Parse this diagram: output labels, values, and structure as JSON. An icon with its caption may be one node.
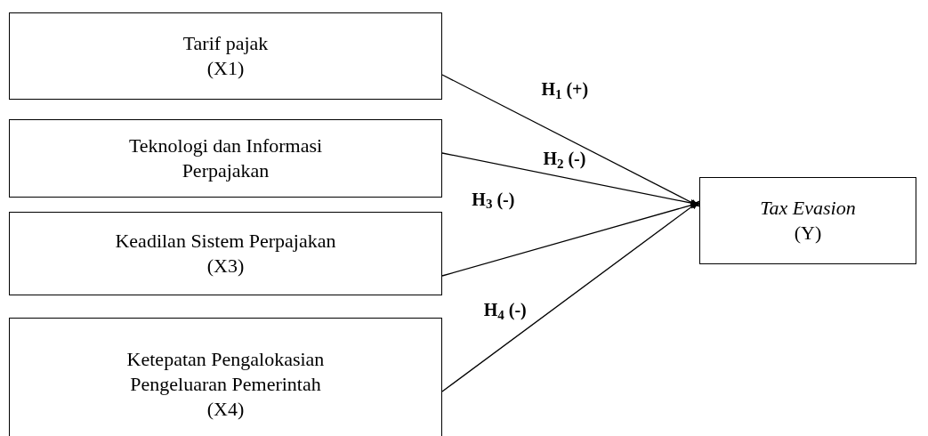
{
  "diagram": {
    "nodes": [
      {
        "text": [
          "Tarif pajak",
          "(X1)"
        ]
      },
      {
        "text": [
          "Teknologi dan Informasi Perpajakan"
        ]
      },
      {
        "text": [
          "Keadilan Sistem Perpajakan",
          "(X3)"
        ]
      },
      {
        "text": [
          "Ketepatan Pengalokasian Pengeluaran Pemerintah",
          "(X4)"
        ]
      },
      {
        "text": [
          "Tax Evasion",
          "(Y)"
        ]
      }
    ],
    "edges": [
      {
        "from": 0,
        "to": 4,
        "arrow": "to",
        "label": "H$_{1}$ (+)"
      },
      {
        "from": 1,
        "to": 4,
        "arrow": "to",
        "label": "H$_{2}$ (-)"
      },
      {
        "from": 2,
        "to": 4,
        "arrow": "to",
        "label": "H$_{3}$ (-)"
      },
      {
        "from": 3,
        "to": 4,
        "arrow": "to",
        "label": "H$_{4}$ (-)"
      }
    ]
  }
}
